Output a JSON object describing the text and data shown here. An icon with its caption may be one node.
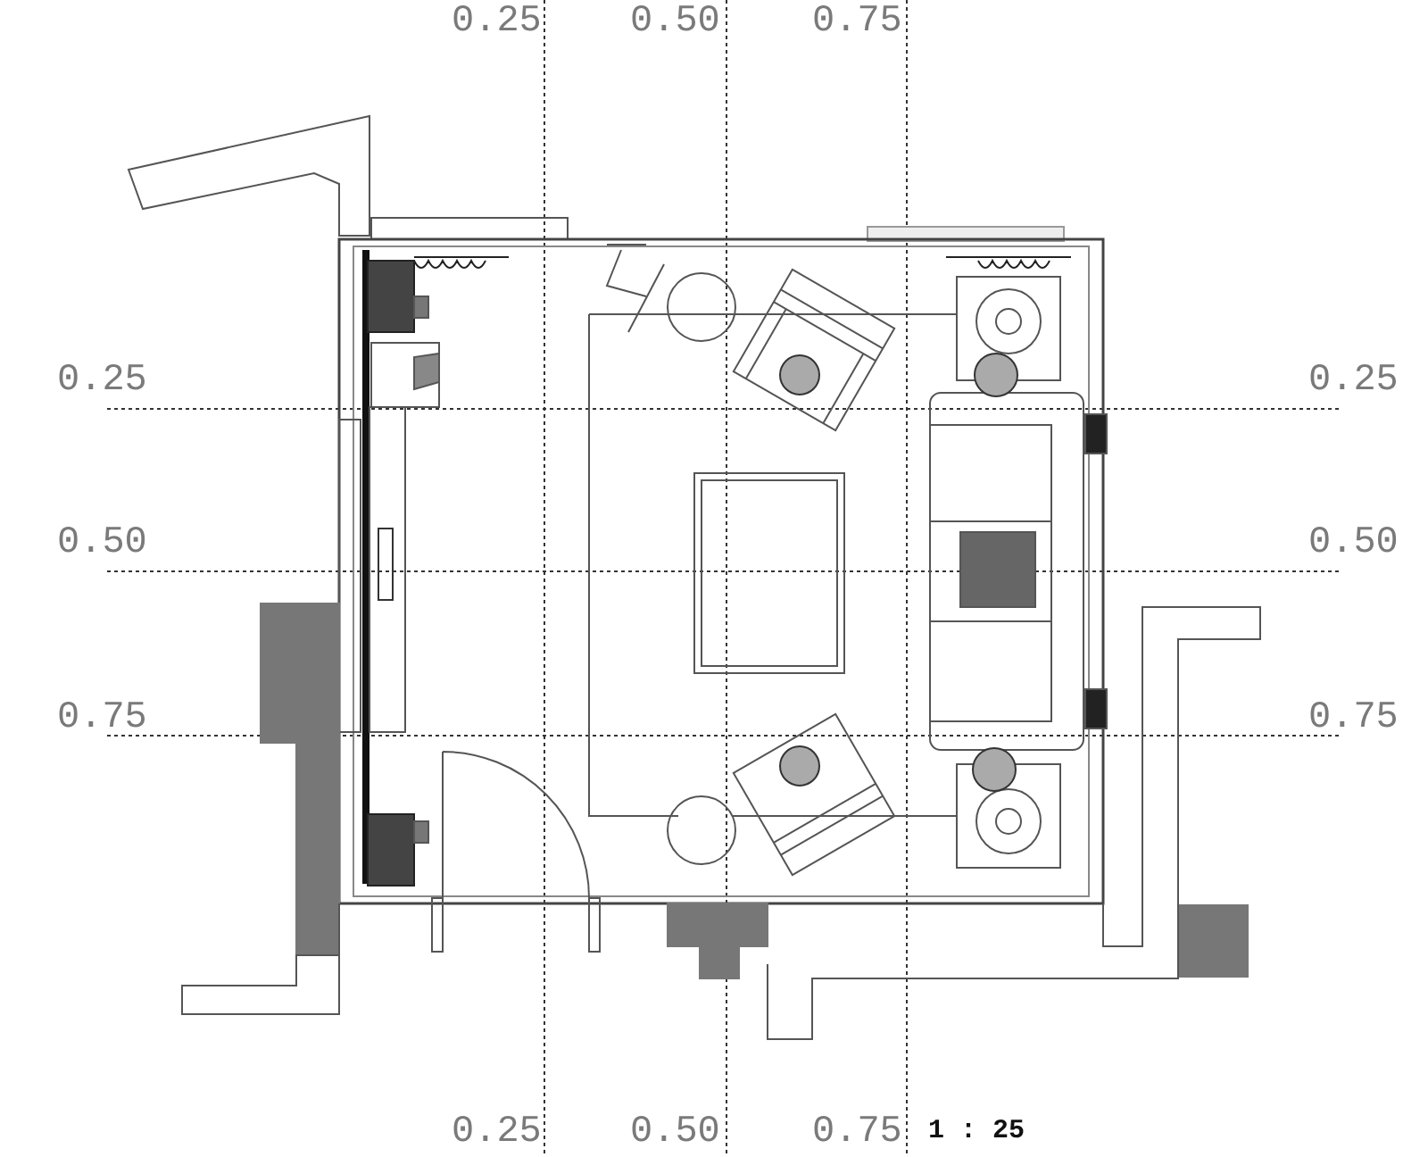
{
  "diagram": {
    "labels": [
      "0.25",
      "0.50",
      "0.75",
      "0.25",
      "0.25",
      "0.50",
      "0.50",
      "0.75",
      "0.75",
      "0.25",
      "0.50",
      "0.75",
      "1 : 25"
    ]
  }
}
